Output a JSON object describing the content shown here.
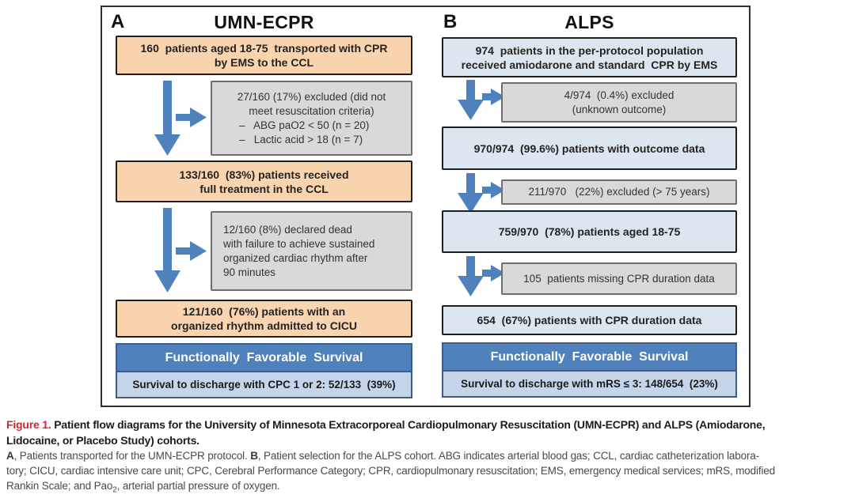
{
  "colors": {
    "peach_fill": "#f9d4ae",
    "blue_fill": "#dce6f1",
    "gray_fill": "#d9d9d9",
    "gray_border": "#6e6e6e",
    "box_border": "#1f1f1f",
    "survival_header_fill": "#4f81bd",
    "survival_row_fill": "#c4d5ea",
    "survival_border": "#3f5c87",
    "arrow_blue": "#4f81bd",
    "figure_red": "#d9232e"
  },
  "panel_a": {
    "label": "A",
    "title": "UMN-ECPR",
    "enrollment": "160  patients aged 18-75  transported with CPR\nby EMS to the CCL",
    "exclusion1_heading": "27/160 (17%) excluded (did not\nmeet resuscitation criteria)",
    "exclusion1_bullets": [
      "–   ABG paO2 < 50 (n = 20)",
      "–   Lactic acid > 18 (n = 7)"
    ],
    "treatment": "133/160  (83%) patients received\nfull treatment in the CCL",
    "exclusion2": "12/160 (8%) declared dead\nwith failure to achieve sustained\norganized cardiac rhythm after\n90 minutes",
    "admitted": "121/160  (76%) patients with an\norganized rhythm admitted to CICU",
    "survival_header": "Functionally  Favorable  Survival",
    "survival_result": "Survival to discharge with CPC 1 or 2: 52/133  (39%)"
  },
  "panel_b": {
    "label": "B",
    "title": "ALPS",
    "population": "974  patients in the per-protocol population\nreceived amiodarone and standard  CPR by EMS",
    "exclusion1": "4/974  (0.4%) excluded\n(unknown outcome)",
    "outcome": "970/974  (99.6%) patients with outcome data",
    "exclusion2": "211/970   (22%) excluded (> 75 years)",
    "aged": "759/970  (78%) patients aged 18-75",
    "exclusion3": "105  patients missing CPR duration data",
    "duration": "654  (67%) patients with CPR duration data",
    "survival_header": "Functionally  Favorable  Survival",
    "survival_result": "Survival to discharge with mRS ≤ 3: 148/654  (23%)"
  },
  "caption": {
    "figure_label": "Figure 1.",
    "title_line1": " Patient flow diagrams for the University of Minnesota Extracorporeal Cardiopulmonary Resuscitation (UMN-ECPR) and ALPS (Amiodarone,",
    "title_line2": "Lidocaine, or Placebo Study) cohorts.",
    "body_a_label": "A",
    "body_line1_after_a": ", Patients transported for the UMN-ECPR protocol. ",
    "body_b_label": "B",
    "body_line1_after_b": ", Patient selection for the ALPS cohort. ABG indicates arterial blood gas; CCL, cardiac catheterization labora-",
    "body_line2": "tory; CICU, cardiac intensive care unit; CPC, Cerebral Performance Category; CPR, cardiopulmonary resuscitation; EMS, emergency medical services; mRS, modified",
    "body_line3_pre": "Rankin Scale; and Pao",
    "body_line3_sub": "2",
    "body_line3_post": ", arterial partial pressure of oxygen."
  }
}
